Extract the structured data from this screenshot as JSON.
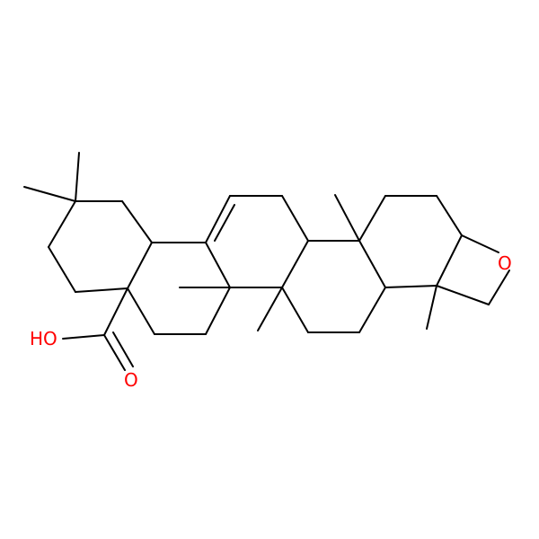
{
  "molecule": {
    "atoms": {
      "hydroxyl": "HO",
      "carbonyl_oxygen": "O",
      "ring_oxygen": "O"
    },
    "colors": {
      "bond": "#000000",
      "oxygen": "#ff0000",
      "background": "#ffffff"
    }
  }
}
